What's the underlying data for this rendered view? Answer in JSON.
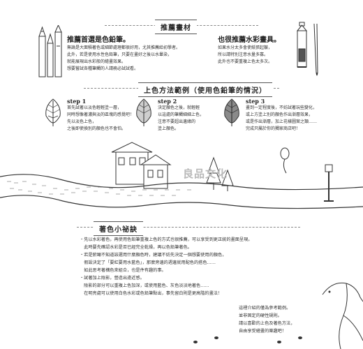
{
  "materials": {
    "heading": "推薦畫材",
    "pencil": {
      "title": "推薦首選是色鉛筆。",
      "lines": [
        "無論是大面積著色或細節處理都很好用，尤其推薦給初學者。",
        "此外，若是使用水性色鉛筆，只要在畫好之後以水暈染，",
        "就能展現出水彩般的繪畫效果。",
        "想要嘗試各種筆觸的人請務必試試看。"
      ]
    },
    "watercolor": {
      "title": "也很推薦水彩畫具。",
      "lines": [
        "如果水分太多會使紙張起皺，",
        "所以請特別注意水量多寡。",
        "此外也不要重複上色太多次。"
      ]
    }
  },
  "method": {
    "heading": "上色方法範例（使用色鉛筆的情況）",
    "steps": [
      {
        "label": "step 1",
        "lines": [
          "首先試著以淡色輕輕塗一層，",
          "同時想像著濃與淡的區塊的感覺吧！",
          "先以淡色上色，",
          "之後即使換別的顏色也不會怕。"
        ]
      },
      {
        "label": "step 2",
        "lines": [
          "決定顏色之後，就輕輕",
          "以這處的筆觸細細上色，",
          "注意不要超出邊緣的",
          "塗上顏色。"
        ]
      },
      {
        "label": "step 3",
        "lines": [
          "畫到一定程度後，不妨試著玩些變化，",
          "或上方塗上別的顏色作出漸層效果，",
          "或是作出漸層，加上花樣圖案之類……",
          "完成只屬於你的獨家商店吧！"
        ]
      }
    ]
  },
  "tips": {
    "heading": "著色小祕訣",
    "lines": [
      "・先以水彩著色，再使用色鉛筆重複上色的方式也很推薦，可以享受到更正統的畫面呈現。",
      "　此時要先確認水彩是否已經完全乾燥，再以色鉛筆著色。",
      "・若是俯瞰不知道該選用什麼顏色時，建議不妨先決定一個想要使用的顏色，",
      "　假設決定了「要紅要用水藍色」，那麼旁邊的週邊就用配色的搭色……",
      "　如此思考著構色來組合，也是件有趣的事。",
      "・試著加上陰影，營造出遠近感。",
      "　陰影的部分可以重複上色加深，或使用藍色、灰色淡淡地著色……",
      "　在明亮處可以使用白色水彩或色鉛筆點出，事先留白則是更高階的畫法！"
    ]
  },
  "closing": {
    "lines": [
      "這裡介紹的僅為參考範例。",
      "並非固定的硬性規則。",
      "請以喜歡的上色及著色方法，",
      "自由享受繪畫的樂趣吧！"
    ]
  },
  "watermark": {
    "text": "良品文化"
  },
  "icons": {
    "pencils": "pencils-icon",
    "paint_tube": "paint-tube-icon",
    "leaf": "leaf-icon"
  }
}
